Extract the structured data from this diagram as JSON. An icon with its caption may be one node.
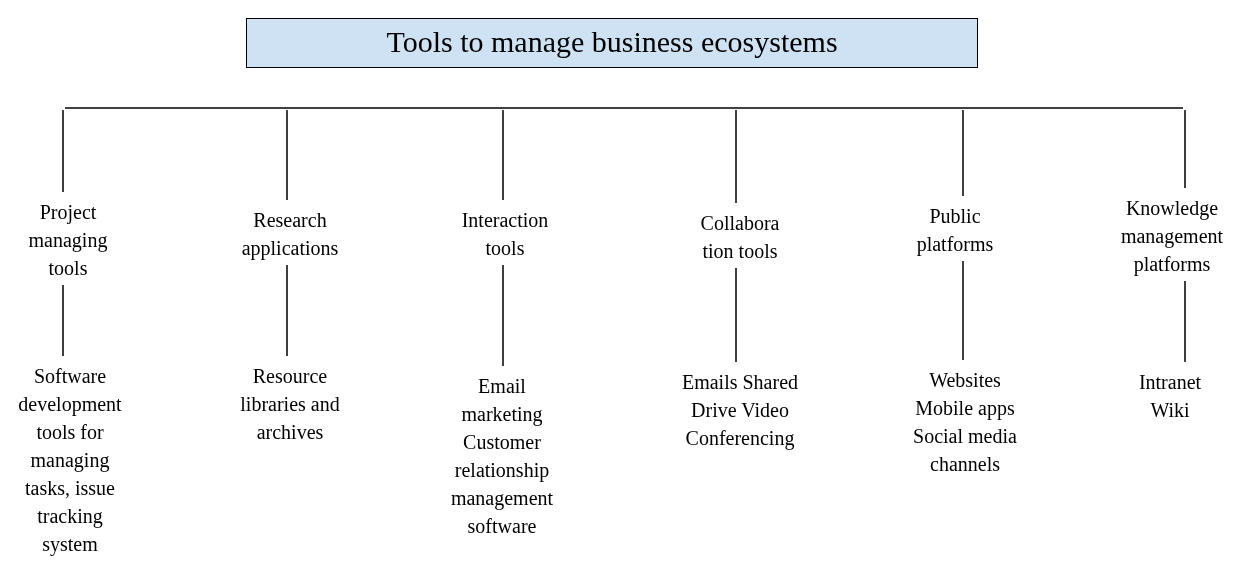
{
  "diagram": {
    "nodes": [
      {
        "text": [
          "Tools to manage business ecosystems"
        ]
      },
      {
        "text": [
          "Project managing tools"
        ]
      },
      {
        "text": [
          "Research applications"
        ]
      },
      {
        "text": [
          "Interaction tools"
        ]
      },
      {
        "text": [
          "Collabora tion tools"
        ]
      },
      {
        "text": [
          "Public platforms"
        ]
      },
      {
        "text": [
          "Knowledge management platforms"
        ]
      },
      {
        "text": [
          "Software development tools for managing tasks, issue tracking system"
        ]
      },
      {
        "text": [
          "Resource libraries and archives"
        ]
      },
      {
        "text": [
          "Email marketing Customer relationship management software"
        ]
      },
      {
        "text": [
          "Emails Shared Drive Video Conferencing"
        ]
      },
      {
        "text": [
          "Websites Mobile apps Social media channels"
        ]
      },
      {
        "text": [
          "Intranet Wiki"
        ]
      }
    ],
    "edges": [
      {
        "from": null,
        "to": 1,
        "arrow": "none"
      },
      {
        "from": null,
        "to": 2,
        "arrow": "none"
      },
      {
        "from": null,
        "to": 3,
        "arrow": "none"
      },
      {
        "from": null,
        "to": 4,
        "arrow": "none"
      },
      {
        "from": null,
        "to": 5,
        "arrow": "none"
      },
      {
        "from": null,
        "to": 6,
        "arrow": "none"
      },
      {
        "from": 1,
        "to": 7,
        "arrow": "none"
      },
      {
        "from": 2,
        "to": 8,
        "arrow": "none"
      },
      {
        "from": 3,
        "to": 9,
        "arrow": "none"
      },
      {
        "from": 4,
        "to": 10,
        "arrow": "none"
      },
      {
        "from": 5,
        "to": 11,
        "arrow": "none"
      },
      {
        "from": 6,
        "to": 12,
        "arrow": "none"
      }
    ]
  }
}
